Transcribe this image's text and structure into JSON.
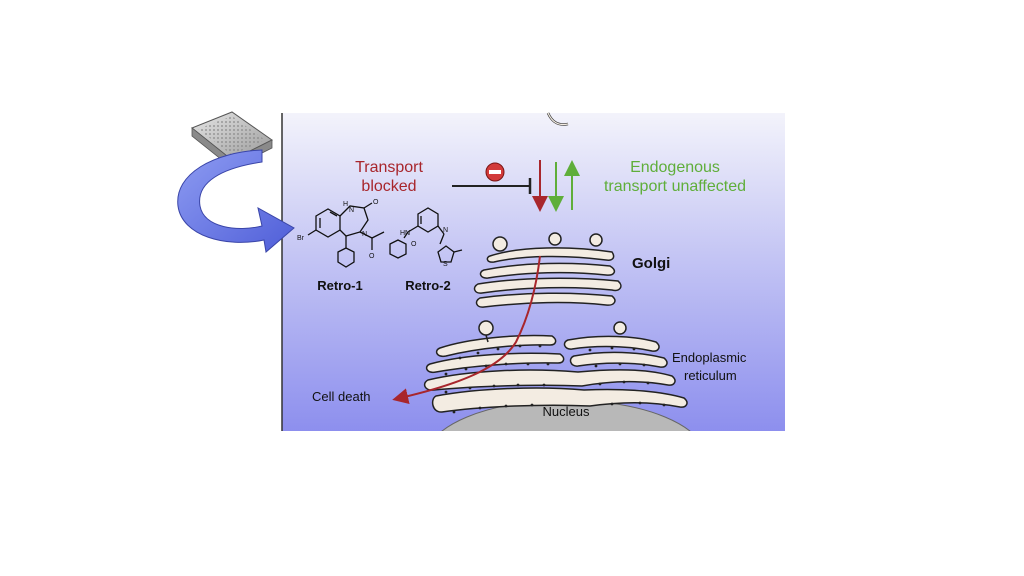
{
  "labels": {
    "transport_blocked_line1": "Transport",
    "transport_blocked_line2": "blocked",
    "endogenous_line1": "Endogenous",
    "endogenous_line2": "transport unaffected",
    "golgi": "Golgi",
    "er_line1": "Endoplasmic",
    "er_line2": "reticulum",
    "nucleus": "Nucleus",
    "cell_death": "Cell death",
    "retro1": "Retro-1",
    "retro2": "Retro-2"
  },
  "molecule_atoms": {
    "retro1_h": "H",
    "retro1_n1": "N",
    "retro1_o1": "O",
    "retro1_br": "Br",
    "retro1_n2": "N",
    "retro1_o2": "O",
    "retro2_hn": "HN",
    "retro2_o": "O",
    "retro2_n": "N",
    "retro2_s": "S"
  },
  "colors": {
    "panel_top": "#f2f3fb",
    "panel_bottom": "#8e90f0",
    "blocked_red": "#a8262c",
    "endogenous_green": "#5fae3a",
    "inhibitor_symbol": "#d23a3a",
    "big_arrow": "#6f7fe6",
    "membrane_fill": "#f3ece2",
    "nucleus_gray": "#b8b8b8"
  }
}
